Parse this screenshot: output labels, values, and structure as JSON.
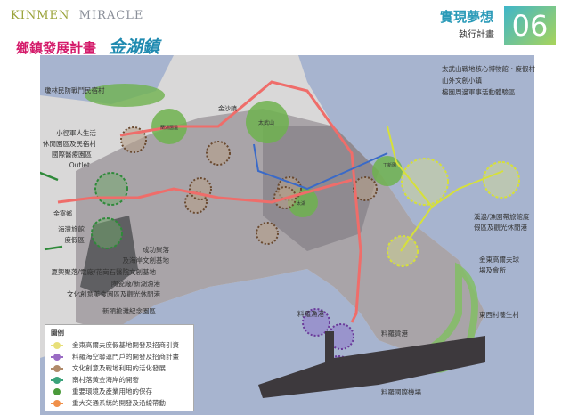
{
  "header": {
    "brand_a": "KINMEN",
    "brand_b": "MIRACLE",
    "section": "實現夢想",
    "subsection": "執行計畫",
    "number": "06",
    "title": "鄉鎮發展計畫",
    "town": "金湖鎮"
  },
  "map": {
    "places": {
      "jinsha": "金沙鎮",
      "jinning": "金寧鄉",
      "taiwu": "太武山",
      "park": "蘭湖園遺",
      "taiwu2": "太湖",
      "dingbao": "丁新園"
    },
    "labels": {
      "qionglin": "瓊林民防戰鬥民宿村",
      "xiaojing1": "小徑軍人生活",
      "xiaojing2": "休閒園區及民宿村",
      "medical": "國際醫療園區",
      "outlet": "Outlet",
      "haiwan1": "海灣旅館",
      "haiwan2": "度假區",
      "chenggong1": "成功聚落",
      "chenggong2": "及海岸文創基地",
      "xiayuan": "夏興聚落/電廠/花崗石醫院文創基地",
      "taoci1": "陶瓷廠/新湖漁港",
      "taoci2": "文化創意美食園區及觀光休閒港",
      "xintou": "新頭搶灘紀念園區",
      "taiwu_museum": "太武山戰地核心博物館・度假村",
      "shanwai": "山外文創小鎮",
      "rongyuan": "榕園周邊軍事活動體驗區",
      "xiyuan1": "溪邊/漁園帶旅館度",
      "xiyuan2": "假區及觀光休閒港",
      "golf1": "金東高爾夫球",
      "golf2": "場及會所",
      "dongxi": "東西村養生村",
      "liaoluo_fish": "料羅漁港",
      "liaoluo_cargo": "料羅貨港",
      "airport": "料羅國際機場"
    }
  },
  "legend": {
    "title": "圖例",
    "items": [
      {
        "label": "金東高爾夫度假基地開發及招商引資",
        "color": "#e8e07a"
      },
      {
        "label": "料羅海空聯運門戶的開發及招商計畫",
        "color": "#9a6cc4"
      },
      {
        "label": "文化創意及戰地利用的活化發展",
        "color": "#b08a6a"
      },
      {
        "label": "南村落黃金海岸的開發",
        "color": "#3aa37a"
      },
      {
        "label": "重要環境及產業用地的保存",
        "color": "#4a9a3a"
      },
      {
        "label": "重大交通系統的開發及沿線帶動",
        "color": "#f0904a"
      }
    ]
  }
}
